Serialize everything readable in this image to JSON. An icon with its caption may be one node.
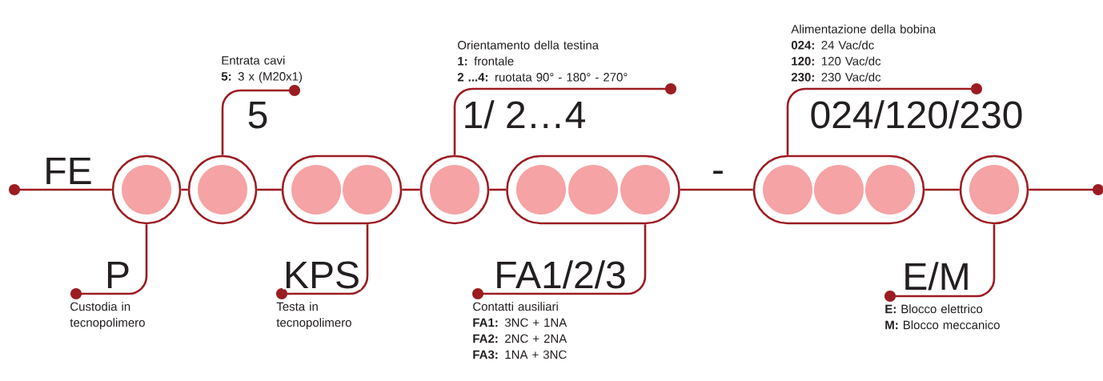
{
  "diagram": {
    "nodes": [
      {
        "text": [],
        "shape": "capsule"
      },
      {
        "text": [],
        "shape": "capsule"
      },
      {
        "text": [],
        "shape": "capsule"
      },
      {
        "text": [],
        "shape": "capsule"
      },
      {
        "text": [],
        "shape": "capsule"
      },
      {
        "text": [],
        "shape": "capsule"
      },
      {
        "text": [],
        "shape": "capsule"
      },
      {
        "text": [],
        "shape": "circle",
        "in": 0
      },
      {
        "text": [],
        "shape": "circle",
        "in": 1
      },
      {
        "text": [],
        "shape": "circle",
        "in": 2
      },
      {
        "text": [],
        "shape": "circle",
        "in": 2
      },
      {
        "text": [],
        "shape": "circle",
        "in": 3
      },
      {
        "text": [],
        "shape": "circle",
        "in": 4
      },
      {
        "text": [],
        "shape": "circle",
        "in": 4
      },
      {
        "text": [],
        "shape": "circle",
        "in": 4
      },
      {
        "text": [],
        "shape": "circle",
        "in": 5
      },
      {
        "text": [],
        "shape": "circle",
        "in": 5
      },
      {
        "text": [],
        "shape": "circle",
        "in": 5
      },
      {
        "text": [],
        "shape": "circle",
        "in": 6
      },
      {
        "text": [
          "Custodia in tecnopolimero"
        ]
      },
      {
        "text": [
          "Entrata cavi",
          "**5:** 3 x (M20x1)"
        ]
      },
      {
        "text": [
          "Testa in tecnopolimero"
        ]
      },
      {
        "text": [
          "Orientamento della testina",
          "**1:** frontale",
          "**2 ...4:** ruotata 90° - 180° - 270°"
        ]
      },
      {
        "text": [
          "Contatti ausiliari",
          "**FA1:** 3NC + 1NA",
          "**FA2:** 2NC + 2NA",
          "**FA3:** 1NA + 3NC"
        ]
      },
      {
        "text": [
          "Alimentazione della bobina",
          "**024:** 24 Vac/dc",
          "**120:** 120 Vac/dc",
          "**230:** 230 Vac/dc"
        ]
      },
      {
        "text": [
          "**E:** Blocco elettrico",
          "**M:** Blocco meccanico"
        ]
      }
    ],
    "edges": [
      {
        "from": null,
        "to": 0,
        "arrow": "other",
        "label": "FE"
      },
      {
        "from": 0,
        "to": 1,
        "arrow": "none"
      },
      {
        "from": 1,
        "to": 2,
        "arrow": "none"
      },
      {
        "from": 2,
        "to": 3,
        "arrow": "none"
      },
      {
        "from": 3,
        "to": 4,
        "arrow": "none"
      },
      {
        "from": 4,
        "to": 5,
        "arrow": "none",
        "label": "-"
      },
      {
        "from": 5,
        "to": 6,
        "arrow": "none"
      },
      {
        "from": null,
        "to": 6,
        "arrow": "other"
      },
      {
        "from": 19,
        "to": 0,
        "arrow": "other",
        "label": "P"
      },
      {
        "from": 20,
        "to": 1,
        "arrow": "other",
        "label": "5"
      },
      {
        "from": 21,
        "to": 2,
        "arrow": "other",
        "label": "KPS"
      },
      {
        "from": 22,
        "to": 3,
        "arrow": "other",
        "label": "1/ 2…4"
      },
      {
        "from": 23,
        "to": 4,
        "arrow": "other",
        "label": "FA1/2/3"
      },
      {
        "from": 24,
        "to": 5,
        "arrow": "other",
        "label": "024/120/230"
      },
      {
        "from": 25,
        "to": 6,
        "arrow": "other",
        "label": "E/M"
      }
    ]
  }
}
